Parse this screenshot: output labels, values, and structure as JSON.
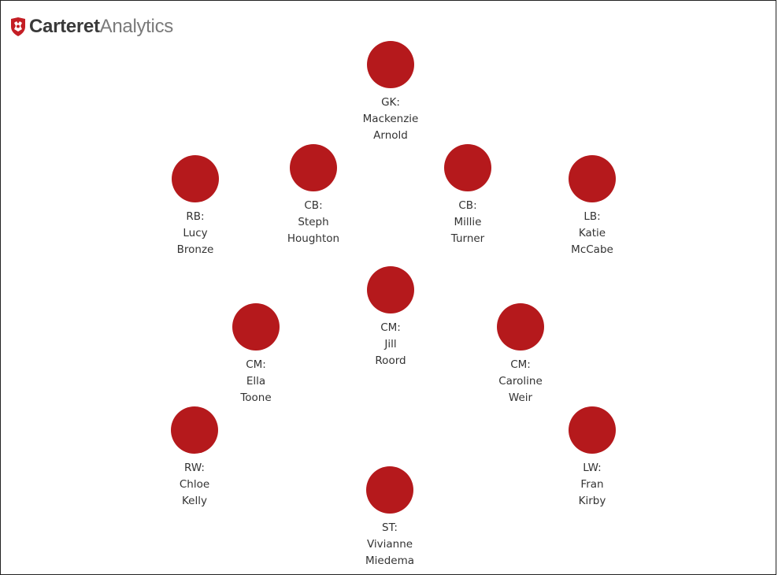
{
  "brand": {
    "name_bold": "Carteret",
    "name_light": "Analytics",
    "icon": "shield-crest-icon",
    "accent": "#b5191c"
  },
  "players": [
    {
      "id": "gk",
      "position": "GK:",
      "first": "Mackenzie",
      "last": "Arnold"
    },
    {
      "id": "rb",
      "position": "RB:",
      "first": "Lucy",
      "last": "Bronze"
    },
    {
      "id": "cb1",
      "position": "CB:",
      "first": "Steph",
      "last": "Houghton"
    },
    {
      "id": "cb2",
      "position": "CB:",
      "first": "Millie",
      "last": "Turner"
    },
    {
      "id": "lb",
      "position": "LB:",
      "first": "Katie",
      "last": "McCabe"
    },
    {
      "id": "cm-center",
      "position": "CM:",
      "first": "Jill",
      "last": "Roord"
    },
    {
      "id": "cm-right",
      "position": "CM:",
      "first": "Ella",
      "last": "Toone"
    },
    {
      "id": "cm-left",
      "position": "CM:",
      "first": "Caroline",
      "last": "Weir"
    },
    {
      "id": "rw",
      "position": "RW:",
      "first": "Chloe",
      "last": "Kelly"
    },
    {
      "id": "lw",
      "position": "LW:",
      "first": "Fran",
      "last": "Kirby"
    },
    {
      "id": "st",
      "position": "ST:",
      "first": "Vivianne",
      "last": "Miedema"
    }
  ]
}
